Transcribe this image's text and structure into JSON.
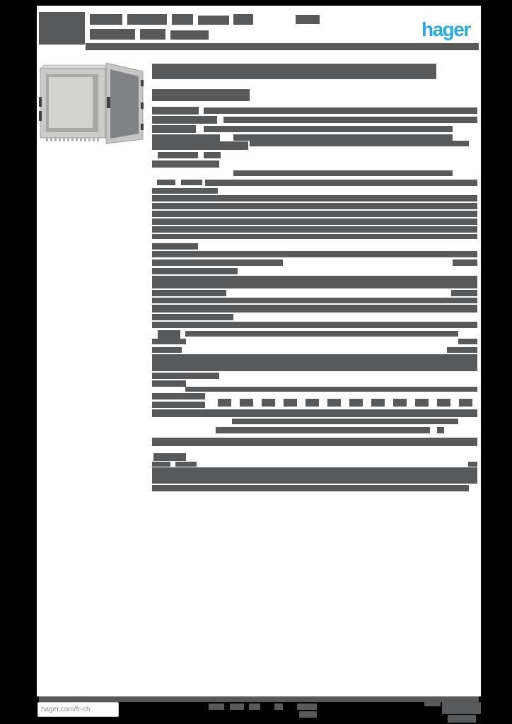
{
  "brand": {
    "logo_text": "hager"
  },
  "footer": {
    "website": "hager.com/fr-ch"
  },
  "colors": {
    "background": "#000000",
    "paper": "#ffffff",
    "redact": "#58595b",
    "brand_blue": "#29abe2",
    "link_text": "#8d8e90",
    "link_box_border": "#c9cacb"
  },
  "icons": {
    "product_image": "enclosure-cabinet-open-door",
    "logo": "hager-wordmark"
  },
  "redacted_blocks": {
    "header_text": [
      [
        55,
        17,
        65,
        46
      ],
      [
        127,
        20,
        46,
        15
      ],
      [
        180,
        20,
        56,
        15
      ],
      [
        243,
        20,
        30,
        15
      ],
      [
        280,
        22,
        44,
        13
      ],
      [
        330,
        20,
        28,
        15
      ],
      [
        418,
        21,
        34,
        13
      ],
      [
        127,
        41,
        64,
        15
      ],
      [
        198,
        41,
        36,
        15
      ],
      [
        241,
        43,
        54,
        13
      ]
    ],
    "header_rule": [
      [
        121,
        61,
        556,
        10
      ]
    ],
    "title_text": [
      [
        215,
        90,
        402,
        22
      ],
      [
        215,
        126,
        138,
        17
      ]
    ],
    "paragraph_1": [
      [
        215,
        151,
        66,
        11
      ],
      [
        288,
        152,
        387,
        9
      ],
      [
        215,
        164,
        92,
        11
      ],
      [
        316,
        165,
        359,
        9
      ],
      [
        215,
        177,
        62,
        11
      ],
      [
        288,
        178,
        352,
        9
      ],
      [
        215,
        190,
        96,
        11
      ],
      [
        330,
        190,
        310,
        9
      ],
      [
        215,
        200,
        136,
        12
      ],
      [
        353,
        199,
        310,
        8
      ],
      [
        223,
        215,
        57,
        9
      ],
      [
        288,
        215,
        24,
        9
      ],
      [
        215,
        227,
        95,
        10
      ],
      [
        330,
        241,
        310,
        8
      ],
      [
        222,
        254,
        26,
        8
      ],
      [
        256,
        254,
        30,
        8
      ],
      [
        290,
        254,
        385,
        9
      ],
      [
        215,
        266,
        93,
        8
      ]
    ],
    "paragraph_2": [
      [
        215,
        276,
        460,
        9
      ],
      [
        215,
        287,
        460,
        9
      ],
      [
        215,
        298,
        460,
        9
      ],
      [
        215,
        309,
        460,
        9
      ],
      [
        215,
        320,
        460,
        9
      ],
      [
        215,
        331,
        460,
        7
      ]
    ],
    "section_specs_1": [
      [
        215,
        344,
        65,
        9
      ],
      [
        215,
        355,
        460,
        9
      ],
      [
        215,
        367,
        185,
        9
      ],
      [
        640,
        367,
        35,
        9
      ],
      [
        215,
        379,
        121,
        9
      ],
      [
        215,
        390,
        460,
        18
      ],
      [
        215,
        410,
        105,
        9
      ],
      [
        638,
        410,
        37,
        9
      ],
      [
        215,
        421,
        460,
        8
      ],
      [
        215,
        431,
        460,
        11
      ],
      [
        215,
        444,
        115,
        9
      ]
    ],
    "section_specs_2": [
      [
        215,
        455,
        460,
        9
      ],
      [
        223,
        467,
        32,
        16
      ],
      [
        262,
        468,
        386,
        8
      ],
      [
        215,
        479,
        48,
        8
      ],
      [
        648,
        479,
        27,
        8
      ],
      [
        215,
        491,
        42,
        8
      ],
      [
        632,
        491,
        43,
        8
      ],
      [
        215,
        501,
        460,
        24
      ],
      [
        215,
        527,
        95,
        9
      ],
      [
        215,
        538,
        48,
        9
      ],
      [
        262,
        547,
        413,
        7
      ]
    ],
    "section_specs_3": [
      [
        215,
        556,
        75,
        9
      ],
      [
        215,
        568,
        75,
        9
      ],
      [
        308,
        564,
        19,
        11
      ],
      [
        339,
        564,
        19,
        11
      ],
      [
        370,
        564,
        19,
        11
      ],
      [
        401,
        564,
        19,
        11
      ],
      [
        432,
        564,
        19,
        11
      ],
      [
        463,
        564,
        19,
        11
      ],
      [
        494,
        564,
        19,
        11
      ],
      [
        525,
        564,
        19,
        11
      ],
      [
        556,
        564,
        19,
        11
      ],
      [
        587,
        564,
        19,
        11
      ],
      [
        618,
        564,
        19,
        11
      ],
      [
        649,
        564,
        19,
        11
      ],
      [
        215,
        579,
        460,
        11
      ],
      [
        328,
        592,
        320,
        8
      ],
      [
        305,
        604,
        303,
        9
      ],
      [
        618,
        604,
        10,
        9
      ],
      [
        215,
        619,
        460,
        12
      ]
    ],
    "section_last": [
      [
        217,
        641,
        46,
        11
      ],
      [
        215,
        653,
        26,
        7
      ],
      [
        248,
        653,
        30,
        7
      ],
      [
        662,
        653,
        13,
        7
      ],
      [
        215,
        661,
        460,
        23
      ],
      [
        215,
        686,
        448,
        9
      ]
    ],
    "footer_rule": [
      [
        55,
        985,
        622,
        8
      ]
    ],
    "footer_center_text": [
      [
        295,
        995,
        22,
        9
      ],
      [
        325,
        995,
        20,
        9
      ],
      [
        352,
        995,
        16,
        9
      ],
      [
        388,
        995,
        12,
        9
      ],
      [
        420,
        995,
        28,
        9
      ],
      [
        423,
        1006,
        25,
        9
      ]
    ],
    "footer_right_text": [
      [
        600,
        993,
        23,
        6
      ],
      [
        625,
        993,
        55,
        17
      ],
      [
        633,
        1011,
        40,
        11
      ]
    ]
  }
}
